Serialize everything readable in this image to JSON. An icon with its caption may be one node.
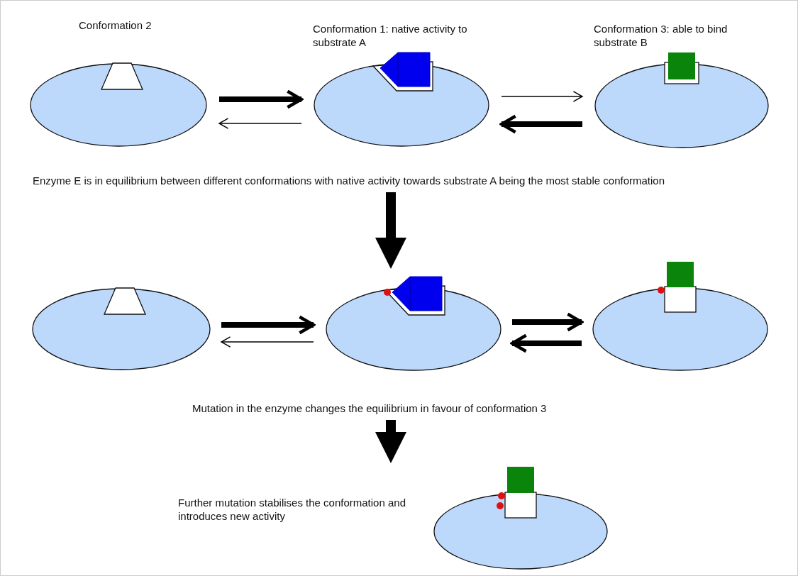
{
  "diagram": {
    "nodes": [
      {
        "text": [
          "Conformation 2"
        ]
      },
      {
        "text": [
          "Conformation 1: native activity to substrate A"
        ]
      },
      {
        "text": [
          "Conformation 3: able to bind substrate B"
        ]
      },
      {
        "text": [
          "Enzyme E is in equilibrium between different conformations with native activity towards substrate A being the most stable conformation"
        ]
      },
      {
        "text": [],
        "shape": "ellipse"
      },
      {
        "text": [],
        "shape": "ellipse"
      },
      {
        "text": [],
        "shape": "ellipse"
      },
      {
        "text": [
          "Mutation in the enzyme changes the equilibrium in favour of conformation 3"
        ]
      },
      {
        "text": [],
        "shape": "ellipse",
        "beside": [
          "Further mutation stabilises the conformation and introduces new activity"
        ]
      }
    ],
    "edges": [
      {
        "from": 0,
        "to": 1,
        "arrow": "to"
      },
      {
        "from": 1,
        "to": 0,
        "arrow": "to"
      },
      {
        "from": 1,
        "to": 2,
        "arrow": "to"
      },
      {
        "from": 2,
        "to": 1,
        "arrow": "to"
      },
      {
        "from": 3,
        "to": 5,
        "arrow": "to",
        "style": "thick"
      },
      {
        "from": 4,
        "to": 5,
        "arrow": "to"
      },
      {
        "from": 5,
        "to": 4,
        "arrow": "to"
      },
      {
        "from": 5,
        "to": 6,
        "arrow": "to"
      },
      {
        "from": 6,
        "to": 5,
        "arrow": "to"
      },
      {
        "from": 7,
        "to": 8,
        "arrow": "to",
        "style": "thick"
      }
    ]
  }
}
